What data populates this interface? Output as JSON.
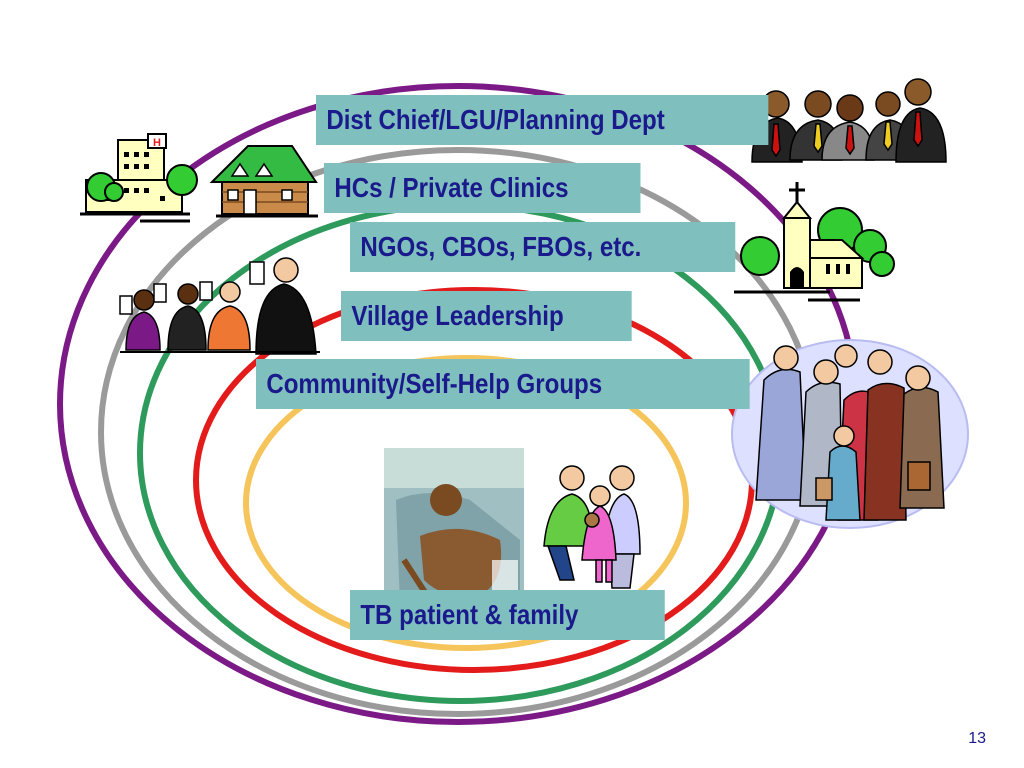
{
  "diagram": {
    "rings": [
      {
        "name": "district",
        "color": "#7b1a86"
      },
      {
        "name": "health-centers",
        "color": "#9a9a9a"
      },
      {
        "name": "ngos",
        "color": "#2e9a5c"
      },
      {
        "name": "village",
        "color": "#e31b1b"
      },
      {
        "name": "community",
        "color": "#f5c55c"
      }
    ],
    "labels": {
      "district": "Dist Chief/LGU/Planning Dept",
      "health_centers": "HCs / Private Clinics",
      "ngos": "NGOs, CBOs, FBOs, etc.",
      "village": "Village Leadership",
      "community": "Community/Self-Help Groups",
      "patient": "TB patient & family"
    },
    "label_fill": "#7fbfbe",
    "label_text_color": "#1a1a8c",
    "icons": [
      "hospital-icon",
      "house-icon",
      "officials-icon",
      "church-icon",
      "voters-icon",
      "crowd-icon",
      "patient-photo",
      "family-icon"
    ]
  },
  "page_number": "13"
}
